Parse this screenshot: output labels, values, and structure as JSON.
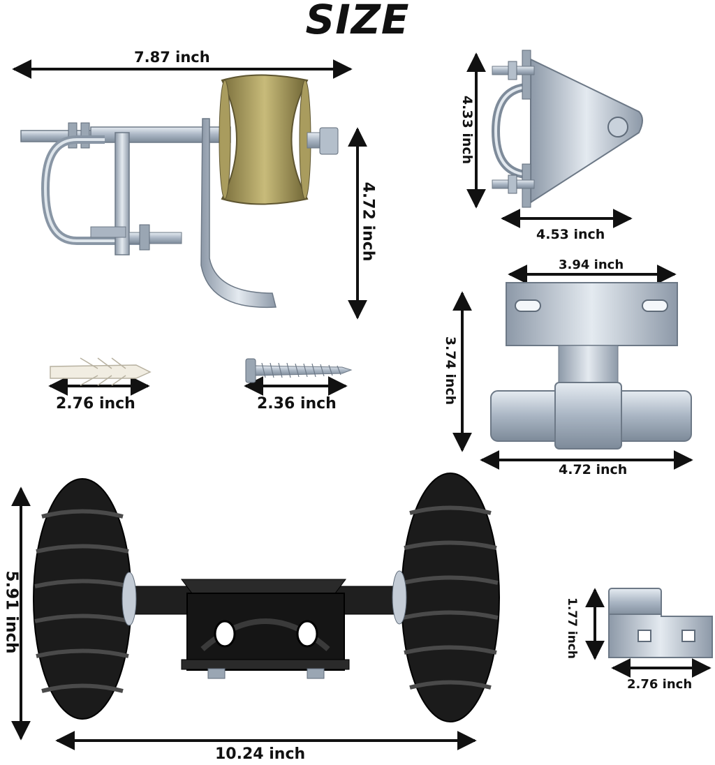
{
  "title": "SIZE",
  "labels": {
    "roller_width": "7.87 inch",
    "roller_height": "4.72 inch",
    "clamp_height": "4.33 inch",
    "clamp_width": "4.53 inch",
    "bracket_top": "3.94 inch",
    "bracket_height": "3.74 inch",
    "bracket_bottom": "4.72 inch",
    "anchor_width": "2.76 inch",
    "screw_width": "2.36 inch",
    "wheel_height": "5.91 inch",
    "wheel_width": "10.24 inch",
    "latch_height": "1.77 inch",
    "latch_width": "2.76 inch"
  },
  "colors": {
    "arrow": "#111111",
    "steel": "#b9c3cf",
    "brass": "#9a8d55",
    "tire": "#1b1b1b"
  }
}
